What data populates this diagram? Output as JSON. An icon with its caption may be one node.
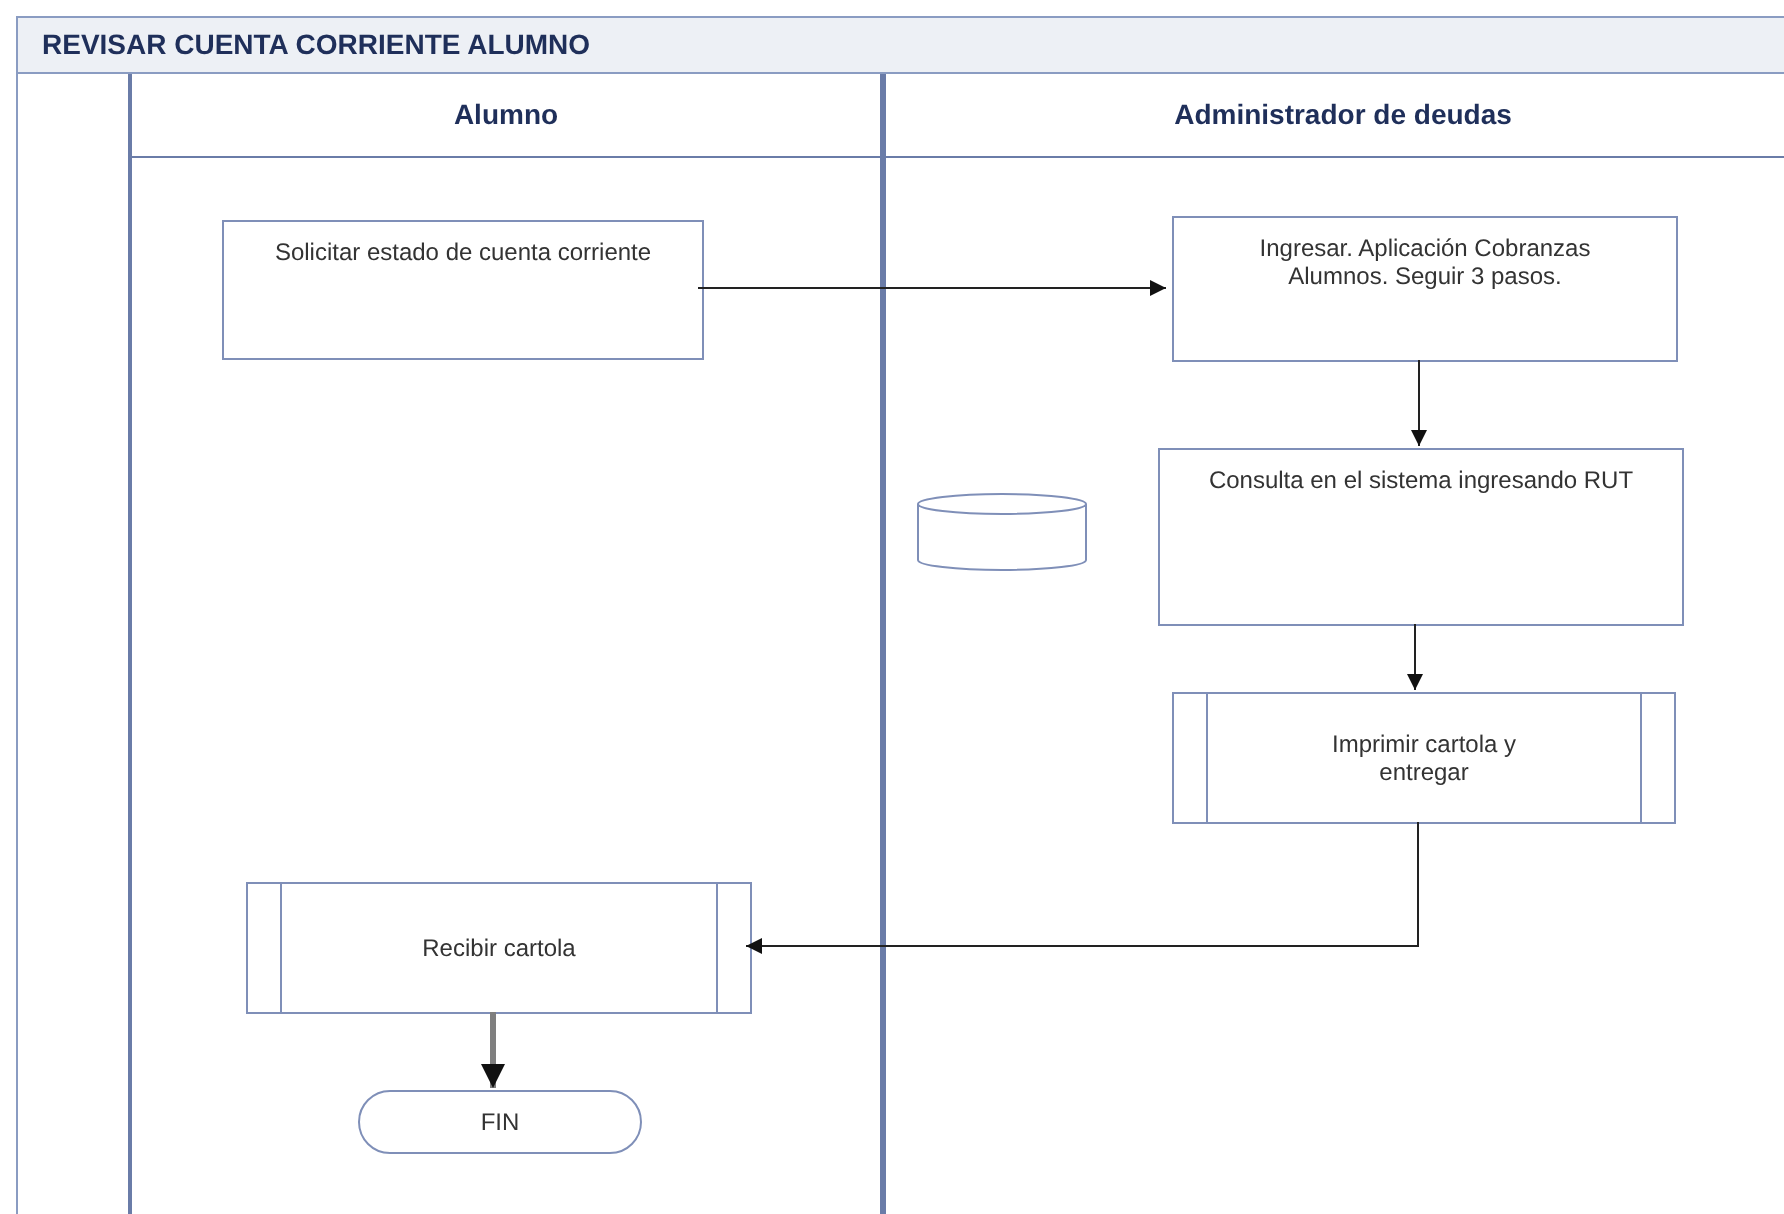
{
  "diagram": {
    "nodes": [
      {
        "text": [
          "REVISAR CUENTA CORRIENTE ALUMNO"
        ]
      },
      {
        "text": [
          "Alumno"
        ],
        "in": 0
      },
      {
        "text": [
          "Administrador de deudas"
        ],
        "in": 0
      },
      {
        "text": [
          "Solicitar estado de cuenta corriente"
        ],
        "in": 1
      },
      {
        "text": [
          "Ingresar. Aplicación Cobranzas Alumnos. Seguir 3 pasos."
        ],
        "in": 2
      },
      {
        "text": [],
        "shape": "cylinder",
        "in": 2
      },
      {
        "text": [
          "Consulta en el sistema ingresando RUT"
        ],
        "in": 2
      },
      {
        "text": [
          "Imprimir cartola y entregar"
        ],
        "in": 2
      },
      {
        "text": [
          "Recibir cartola"
        ],
        "in": 1
      },
      {
        "text": [
          "FIN"
        ],
        "in": 1
      }
    ],
    "edges": [
      {
        "from": 3,
        "to": 4,
        "arrow": "to"
      },
      {
        "from": 4,
        "to": 6,
        "arrow": "to"
      },
      {
        "from": 6,
        "to": 7,
        "arrow": "to"
      },
      {
        "from": 7,
        "to": 8,
        "arrow": "to"
      },
      {
        "from": 8,
        "to": 9,
        "arrow": "to",
        "style": "thick",
        "color": "#7f7f7f"
      }
    ]
  }
}
